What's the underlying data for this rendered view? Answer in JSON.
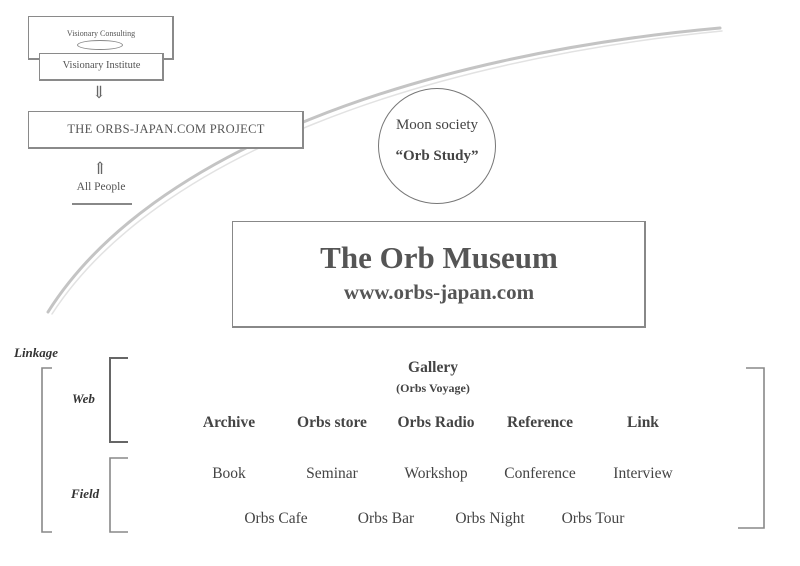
{
  "hierarchy": {
    "consulting_label": "Visionary Consulting",
    "institute_label": "Visionary Institute",
    "project_label": "THE ORBS-JAPAN.COM PROJECT",
    "people_label": "All People",
    "arrow_down": "⇓",
    "arrow_up": "⇑"
  },
  "moon": {
    "title": "Moon society",
    "subtitle": "“Orb Study”"
  },
  "museum": {
    "title": "The Orb Museum",
    "url": "www.orbs-japan.com"
  },
  "linkage": {
    "label": "Linkage",
    "web": {
      "label": "Web",
      "gallery_title": "Gallery",
      "gallery_subtitle": "(Orbs Voyage)",
      "items": [
        "Archive",
        "Orbs store",
        "Orbs Radio",
        "Reference",
        "Link"
      ]
    },
    "field": {
      "label": "Field",
      "row1": [
        "Book",
        "Seminar",
        "Workshop",
        "Conference",
        "Interview"
      ],
      "row2": [
        "Orbs Cafe",
        "Orbs Bar",
        "Orbs Night",
        "Orbs Tour"
      ]
    }
  },
  "colors": {
    "line": "#888888",
    "arc": "#bdbdbd",
    "text": "#444444"
  }
}
